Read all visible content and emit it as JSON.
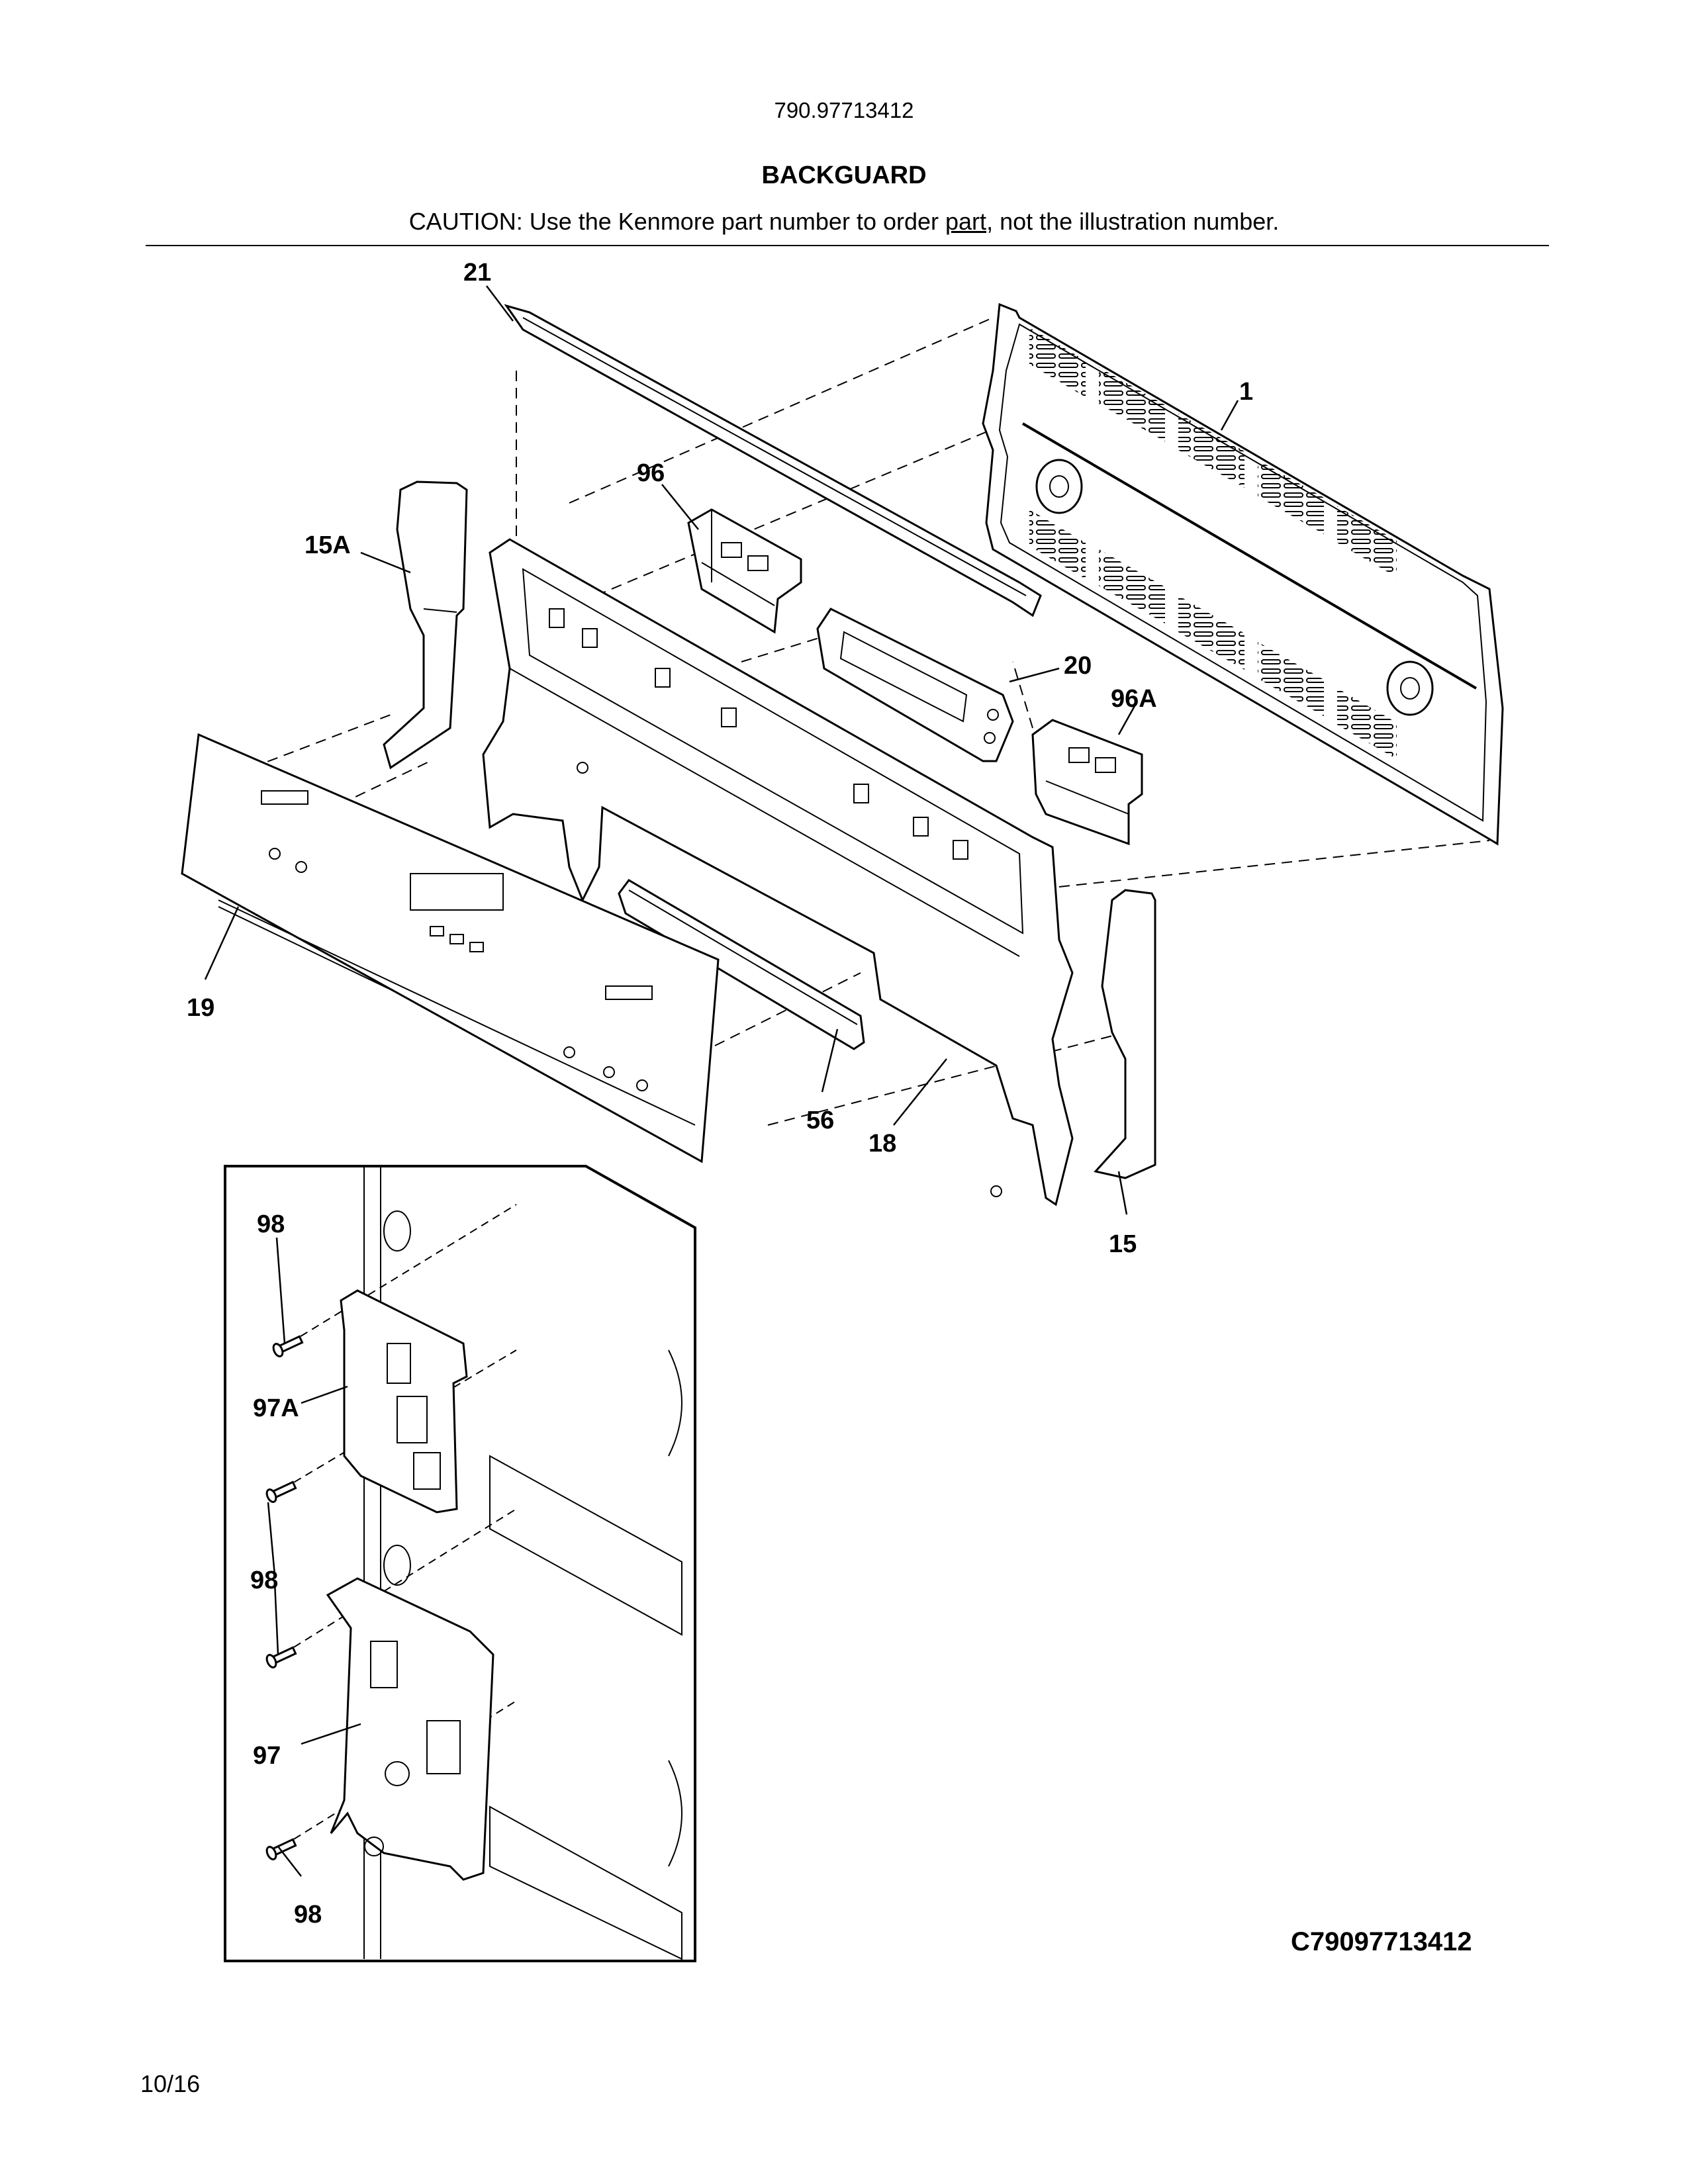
{
  "header": {
    "model_number": "790.97713412",
    "title": "BACKGUARD",
    "caution_prefix": "CAUTION: Use the Kenmore part number to order ",
    "caution_underlined": "part",
    "caution_suffix": ", not the illustration number."
  },
  "callouts": {
    "c21": "21",
    "c1": "1",
    "c96": "96",
    "c15A": "15A",
    "c20": "20",
    "c96A": "96A",
    "c19": "19",
    "c56": "56",
    "c18": "18",
    "c15": "15",
    "c98_top": "98",
    "c97A": "97A",
    "c98_mid": "98",
    "c97": "97",
    "c98_bottom": "98"
  },
  "footer": {
    "drawing_code": "C79097713412",
    "date": "10/16"
  }
}
